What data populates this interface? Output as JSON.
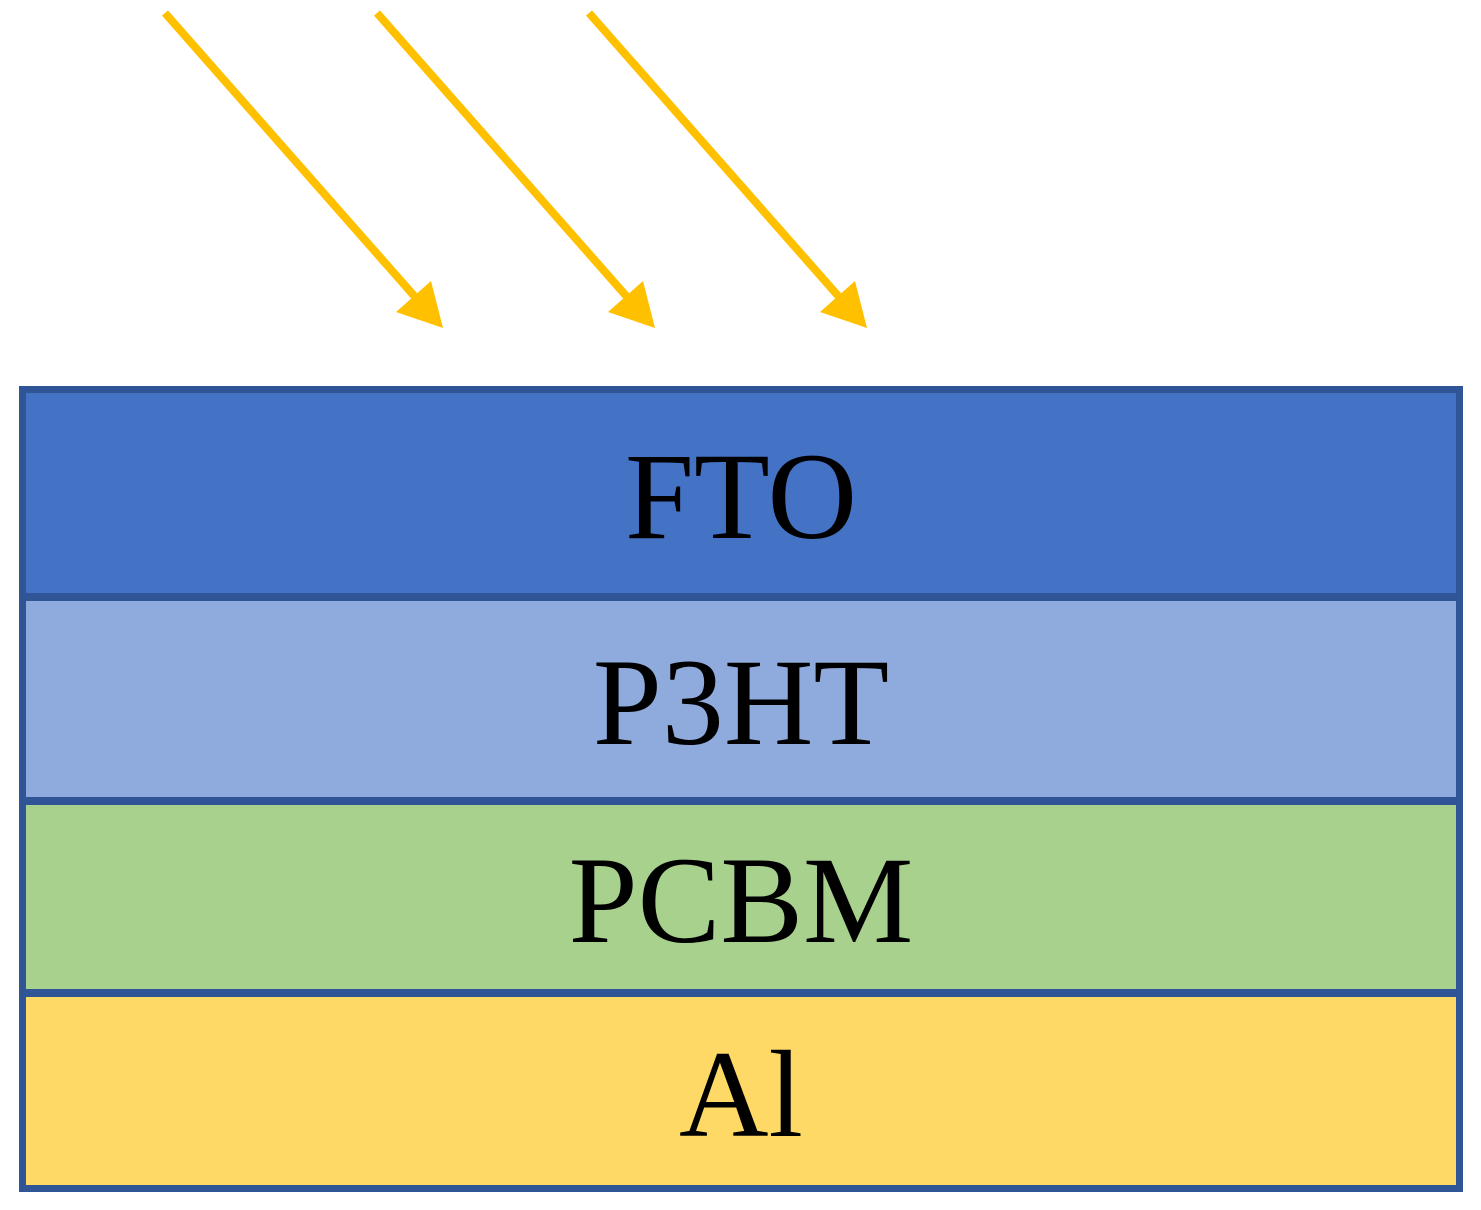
{
  "light": {
    "icon": "light-ray-arrow-icon",
    "color": "#ffc000",
    "count": 3
  },
  "layers": [
    {
      "label": "FTO",
      "color": "#4472c4"
    },
    {
      "label": "P3HT",
      "color": "#8faadc"
    },
    {
      "label": "PCBM",
      "color": "#a9d18e"
    },
    {
      "label": "Al",
      "color": "#ffd966"
    }
  ],
  "border_color": "#2f5597"
}
